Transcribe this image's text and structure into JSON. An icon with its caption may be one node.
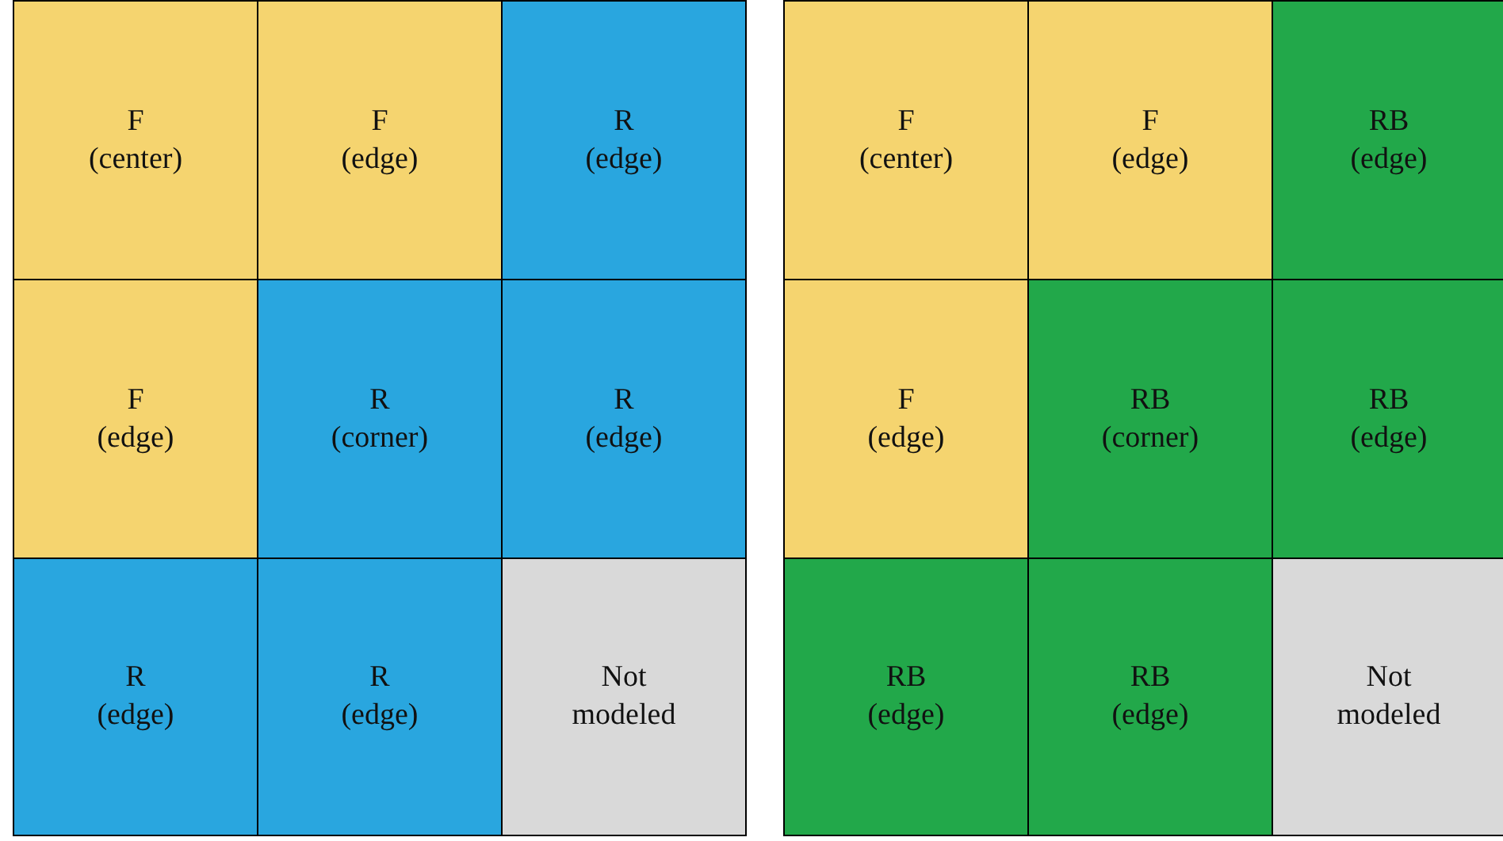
{
  "diagram": {
    "nodes": [
      {
        "text": [
          "F",
          "(center)"
        ]
      },
      {
        "text": [
          "F",
          "(edge)"
        ]
      },
      {
        "text": [
          "R",
          "(edge)"
        ]
      },
      {
        "text": [
          "F",
          "(edge)"
        ]
      },
      {
        "text": [
          "R",
          "(corner)"
        ]
      },
      {
        "text": [
          "R",
          "(edge)"
        ]
      },
      {
        "text": [
          "R",
          "(edge)"
        ]
      },
      {
        "text": [
          "R",
          "(edge)"
        ]
      },
      {
        "text": [
          "Not modeled"
        ]
      },
      {
        "text": [
          "F",
          "(center)"
        ]
      },
      {
        "text": [
          "F",
          "(edge)"
        ]
      },
      {
        "text": [
          "RB",
          "(edge)"
        ]
      },
      {
        "text": [
          "F",
          "(edge)"
        ]
      },
      {
        "text": [
          "RB",
          "(corner)"
        ]
      },
      {
        "text": [
          "RB",
          "(edge)"
        ]
      },
      {
        "text": [
          "RB",
          "(edge)"
        ]
      },
      {
        "text": [
          "RB",
          "(edge)"
        ]
      },
      {
        "text": [
          "Not modeled"
        ]
      }
    ]
  }
}
